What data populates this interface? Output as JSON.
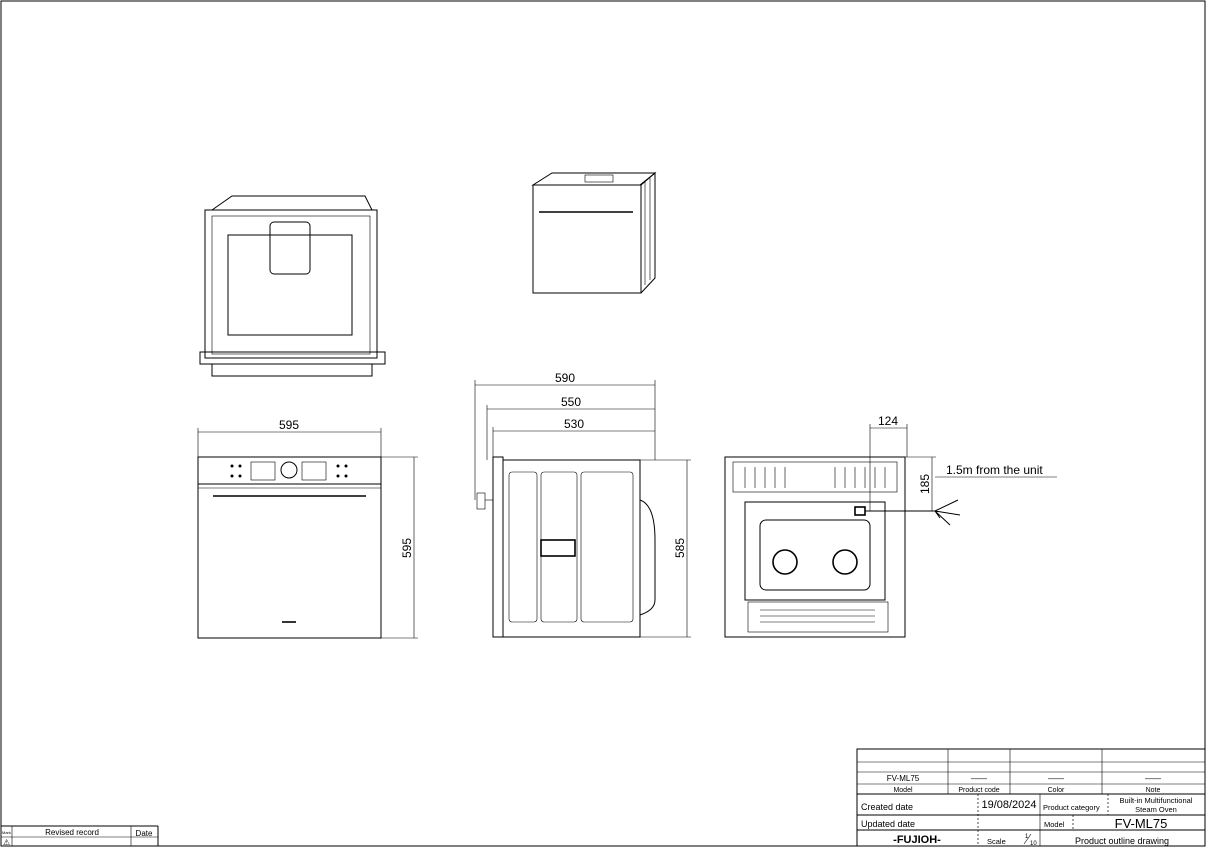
{
  "dimensions": {
    "front_width": "595",
    "front_height": "595",
    "side_depth_total": "590",
    "side_depth_body": "550",
    "side_depth_inner": "530",
    "side_height": "585",
    "back_offset": "124",
    "back_height": "185",
    "cable_note": "1.5m from the unit"
  },
  "title_block": {
    "model_value": "FV-ML75",
    "product_code_value": "——",
    "color_value": "——",
    "note_value": "——",
    "model_label": "Model",
    "product_code_label": "Product code",
    "color_label": "Color",
    "note_label": "Note",
    "created_date_label": "Created date",
    "created_date_value": "19/08/2024",
    "product_category_label": "Product category",
    "product_category_value_1": "Built-in Multifunctional",
    "product_category_value_2": "Steam Oven",
    "updated_date_label": "Updated date",
    "model_label_2": "Model",
    "model_value_2": "FV-ML75",
    "brand": "-FUJIOH-",
    "scale_label": "Scale",
    "scale_num": "1",
    "scale_den": "10",
    "drawing_type": "Product outline drawing"
  },
  "revision_block": {
    "mark_label": "Mark",
    "revised_record_label": "Revised record",
    "date_label": "Date",
    "mark_symbol": "⚠"
  }
}
